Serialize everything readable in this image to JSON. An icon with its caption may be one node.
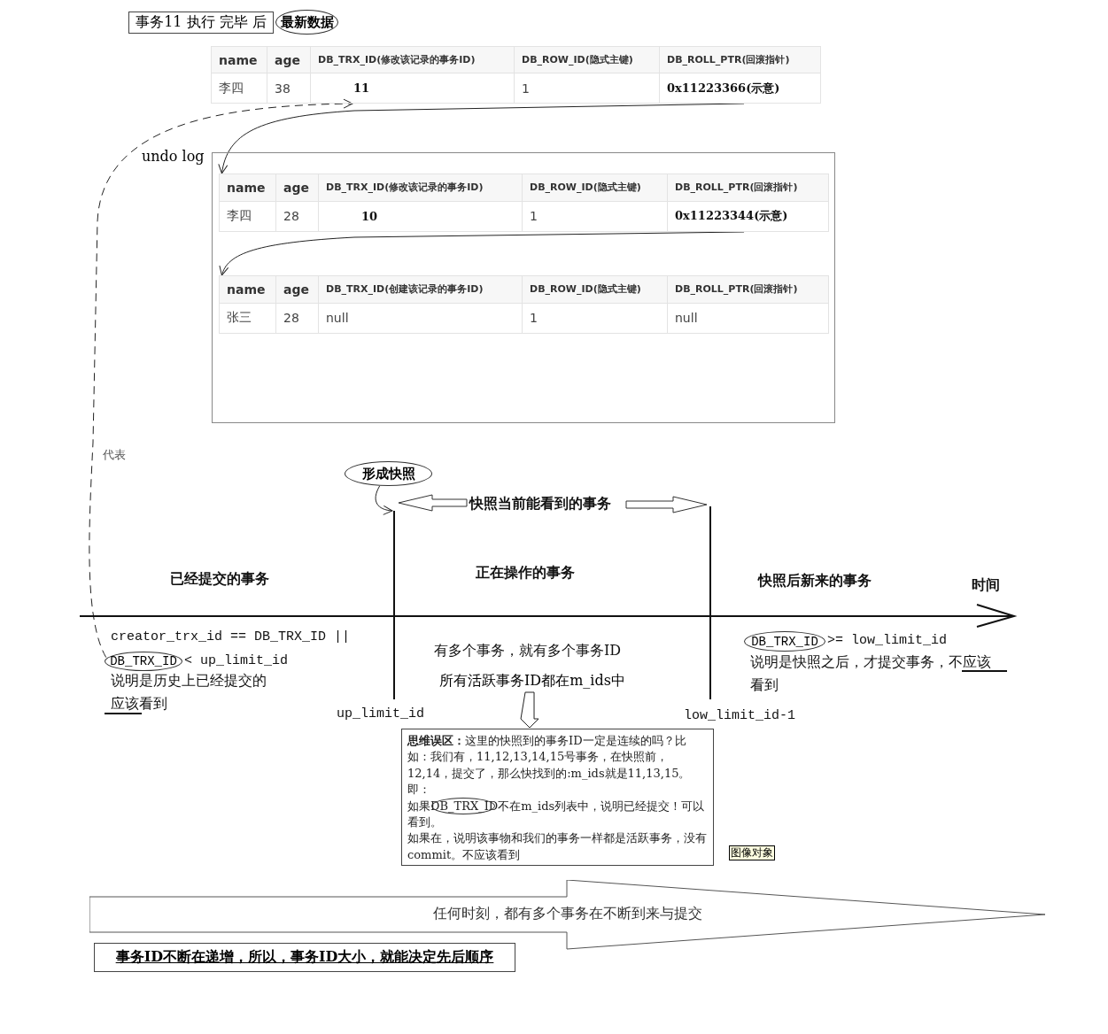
{
  "diagram": {
    "nodes": [
      {
        "text": [
          "事务11 执行 完毕 后"
        ]
      },
      {
        "text": [
          "最新数据"
        ]
      },
      {
        "text": [
          "name",
          "age",
          "DB_TRX_ID(修改该记录的事务ID)",
          "DB_ROW_ID(隐式主键)",
          "DB_ROLL_PTR(回滚指针)",
          "李四",
          "38",
          "11",
          "1",
          "0x11223366(示意)"
        ]
      },
      {
        "text": [
          "undo log"
        ]
      },
      {
        "text": [
          "name",
          "age",
          "DB_TRX_ID(修改该记录的事务ID)",
          "DB_ROW_ID(隐式主键)",
          "DB_ROLL_PTR(回滚指针)",
          "李四",
          "28",
          "10",
          "1",
          "0x11223344(示意)"
        ],
        "in": 3
      },
      {
        "text": [
          "name",
          "age",
          "DB_TRX_ID(创建该记录的事务ID)",
          "DB_ROW_ID(隐式主键)",
          "DB_ROLL_PTR(回滚指针)",
          "张三",
          "28",
          "null",
          "1",
          "null"
        ],
        "in": 3
      },
      {
        "text": [
          "形成快照"
        ]
      },
      {
        "text": [
          "DB_TRX_ID"
        ],
        "beside": [
          "< up_limit_id"
        ]
      },
      {
        "text": [
          "所有活跃事务ID都在m_ids中"
        ]
      },
      {
        "text": [
          "**思维误区：**这里的快照到的事务ID一定是连续的吗？比如：我们有，11,12,13,14,15号事务，在快照前，12,14，提交了，那么快找到的:m_ids就是11,13,15。即：",
          "如果DB_TRX_ID不在m_ids列表中，说明已经提交！可以看到。",
          "如果在，说明该事物和我们的事务一样都是活跃事务，没有commit。不应该看到"
        ]
      },
      {
        "text": [
          "DB_TRX_ID"
        ],
        "beside": [
          ">= low_limit_id"
        ]
      },
      {
        "text": [
          "任何时刻，都有多个事务在不断到来与提交"
        ]
      },
      {
        "text": [
          "事务ID不断在递增，所以，事务ID大小，就能决定先后顺序"
        ]
      },
      {
        "text": [
          "图像对象"
        ]
      }
    ],
    "edges": [
      {
        "from": 2,
        "to": 4,
        "arrow": "to"
      },
      {
        "from": 4,
        "to": 5,
        "arrow": "to"
      },
      {
        "from": 7,
        "to": 2,
        "arrow": "to",
        "style": "dashed",
        "label": "代表"
      },
      {
        "from": 6,
        "to": null,
        "arrow": "to"
      },
      {
        "from": 8,
        "to": 9,
        "arrow": "to"
      }
    ],
    "labels": [
      "快照当前能看到的事务",
      "已经提交的事务",
      "正在操作的事务",
      "快照后新来的事务",
      "时间",
      "creator_trx_id == DB_TRX_ID ||",
      "说明是历史上已经提交的应该看到",
      "有多个事务，就有多个事务ID",
      "up_limit_id",
      "low_limit_id-1",
      "说明是快照之后，才提交事务，不应该看到"
    ]
  }
}
